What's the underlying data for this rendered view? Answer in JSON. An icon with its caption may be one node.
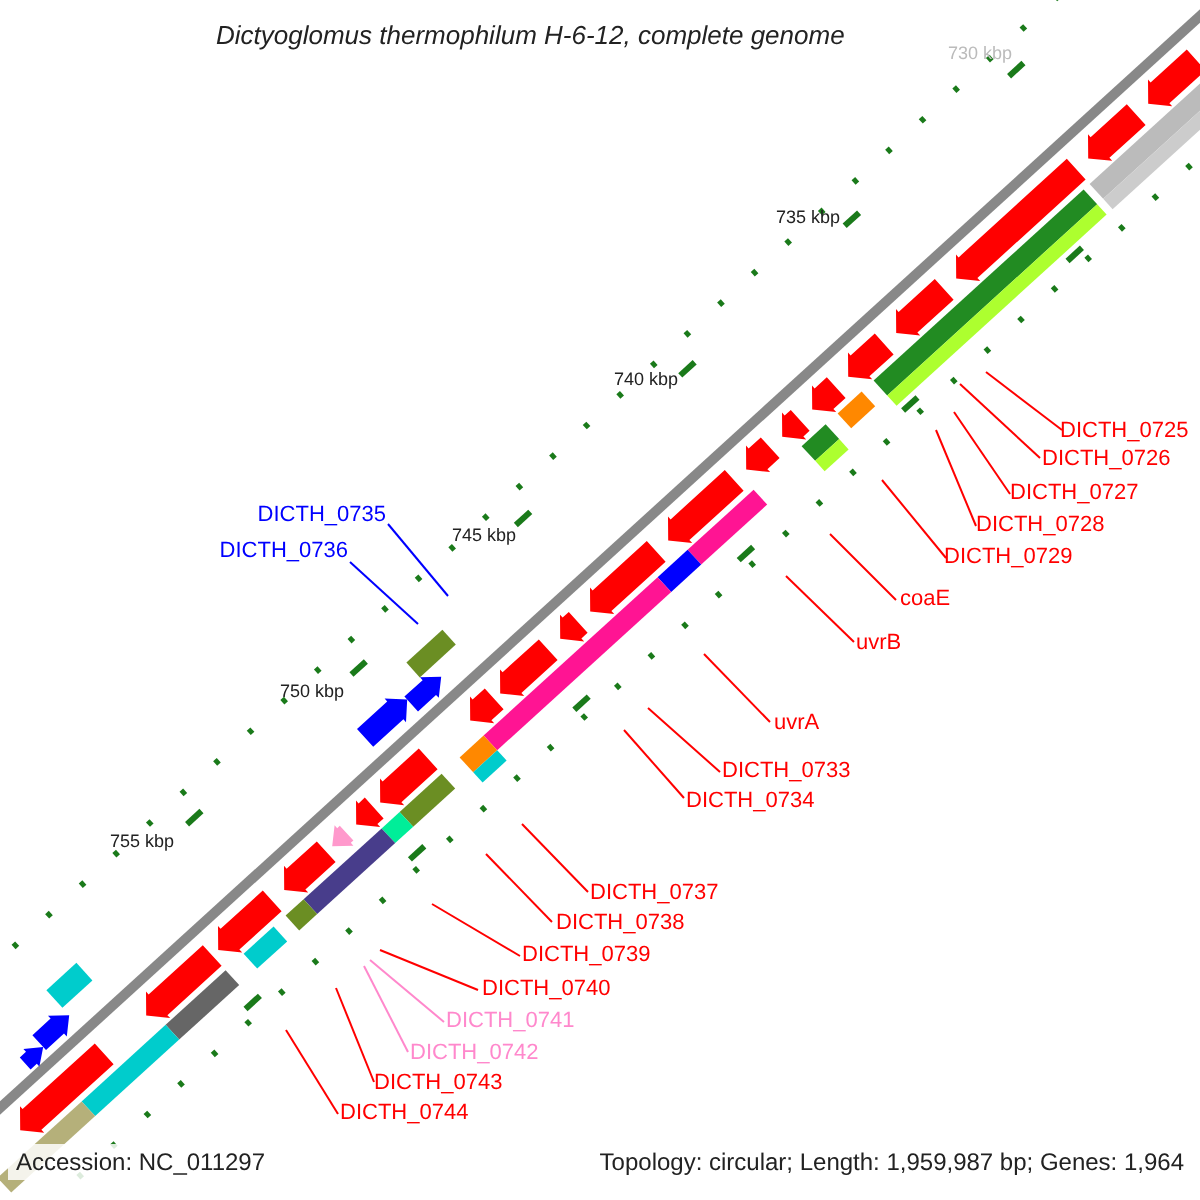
{
  "diagram": {
    "title": "Dictyoglomus thermophilum H-6-12, complete genome",
    "nodes": [
      {
        "text": [
          "DICTH_0725"
        ]
      },
      {
        "text": [
          "DICTH_0726"
        ]
      },
      {
        "text": [
          "DICTH_0727"
        ]
      },
      {
        "text": [
          "DICTH_0735"
        ]
      },
      {
        "text": [
          "DICTH_0728"
        ]
      },
      {
        "text": [
          "DICTH_0736"
        ]
      },
      {
        "text": [
          "DICTH_0729"
        ]
      },
      {
        "text": [
          "coaE"
        ]
      },
      {
        "text": [
          "uvrB"
        ]
      },
      {
        "text": [
          "uvrA"
        ]
      },
      {
        "text": [
          "DICTH_0733"
        ]
      },
      {
        "text": [
          "DICTH_0734"
        ]
      },
      {
        "text": [
          "DICTH_0737"
        ]
      },
      {
        "text": [
          "DICTH_0738"
        ]
      },
      {
        "text": [
          "DICTH_0739"
        ]
      },
      {
        "text": [
          "DICTH_0740"
        ]
      },
      {
        "text": [
          "DICTH_0741"
        ]
      },
      {
        "text": [
          "DICTH_0742"
        ]
      },
      {
        "text": [
          "DICTH_0743"
        ]
      },
      {
        "text": [
          "DICTH_0744"
        ]
      }
    ],
    "edges": [
      {
        "from": 0,
        "to": null,
        "arrow": "none"
      },
      {
        "from": 1,
        "to": null,
        "arrow": "none"
      },
      {
        "from": 2,
        "to": null,
        "arrow": "none"
      },
      {
        "from": 3,
        "to": null,
        "arrow": "none",
        "color": "#0000ff"
      },
      {
        "from": 4,
        "to": null,
        "arrow": "none"
      },
      {
        "from": 5,
        "to": null,
        "arrow": "none",
        "color": "#0000ff"
      },
      {
        "from": 6,
        "to": null,
        "arrow": "none"
      },
      {
        "from": 7,
        "to": null,
        "arrow": "none"
      },
      {
        "from": 8,
        "to": null,
        "arrow": "none"
      },
      {
        "from": 9,
        "to": null,
        "arrow": "none"
      },
      {
        "from": 10,
        "to": null,
        "arrow": "none"
      },
      {
        "from": 11,
        "to": null,
        "arrow": "none"
      },
      {
        "from": 12,
        "to": null,
        "arrow": "none"
      },
      {
        "from": 13,
        "to": null,
        "arrow": "none"
      },
      {
        "from": 14,
        "to": null,
        "arrow": "none"
      },
      {
        "from": 15,
        "to": null,
        "arrow": "none"
      },
      {
        "from": 16,
        "to": null,
        "arrow": "none",
        "color": "#ff88cc"
      },
      {
        "from": 17,
        "to": null,
        "arrow": "none",
        "color": "#ff88cc"
      },
      {
        "from": 18,
        "to": null,
        "arrow": "none"
      },
      {
        "from": 19,
        "to": null,
        "arrow": "none"
      }
    ],
    "labels": [
      "730 kbp",
      "735 kbp",
      "740 kbp",
      "745 kbp",
      "750 kbp",
      "755 kbp",
      "Accession: NC_011297",
      "Topology: circular; Length: 1,959,987 bp; Genes: 1,964"
    ]
  }
}
